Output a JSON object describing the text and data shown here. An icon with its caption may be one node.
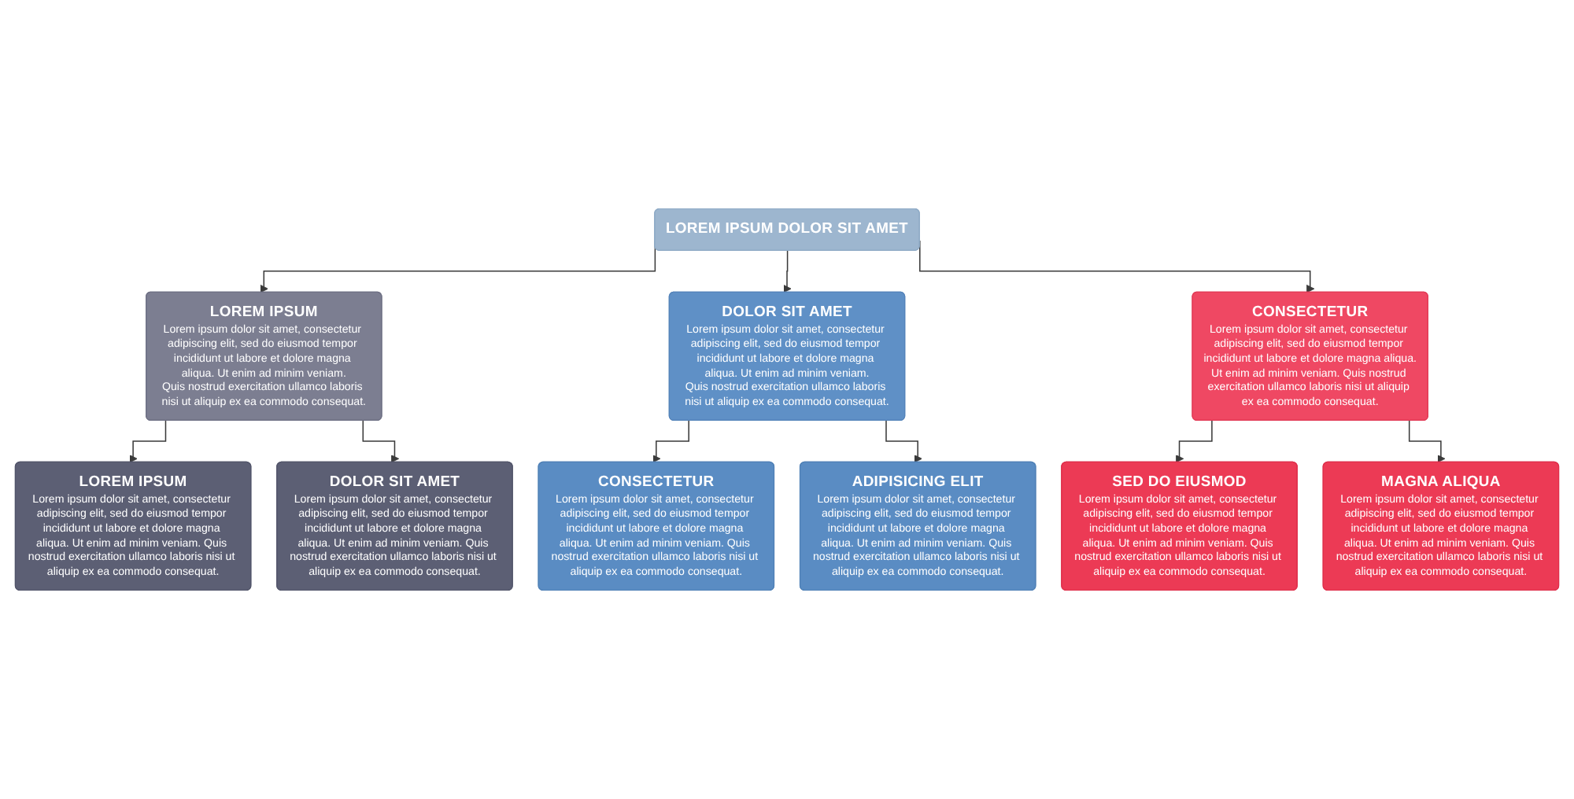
{
  "diagram": {
    "nodes": [
      {
        "text": [
          "LOREM IPSUM DOLOR SIT AMET"
        ]
      },
      {
        "text": [
          "LOREM IPSUM",
          "Lorem ipsum dolor sit amet, consectetur adipiscing elit, sed do eiusmod tempor incididunt ut labore et dolore magna aliqua. Ut enim ad minim veniam.",
          "Quis nostrud exercitation ullamco laboris nisi ut aliquip ex ea commodo consequat."
        ]
      },
      {
        "text": [
          "DOLOR SIT AMET",
          "Lorem ipsum dolor sit amet, consectetur adipiscing elit, sed do eiusmod tempor incididunt ut labore et dolore magna aliqua. Ut enim ad minim veniam.",
          "Quis nostrud exercitation ullamco laboris nisi ut aliquip ex ea commodo consequat."
        ]
      },
      {
        "text": [
          "CONSECTETUR",
          "Lorem ipsum dolor sit amet, consectetur adipiscing elit, sed do eiusmod tempor incididunt ut labore et dolore magna aliqua.",
          "Ut enim ad minim veniam. Quis nostrud exercitation ullamco laboris nisi ut aliquip ex ea commodo consequat."
        ]
      },
      {
        "text": [
          "LOREM IPSUM",
          "Lorem ipsum dolor sit amet, consectetur adipiscing elit, sed do eiusmod tempor incididunt ut labore et dolore magna aliqua. Ut enim ad minim veniam. Quis nostrud exercitation ullamco laboris nisi ut aliquip ex ea commodo consequat."
        ]
      },
      {
        "text": [
          "DOLOR SIT AMET",
          "Lorem ipsum dolor sit amet, consectetur adipiscing elit, sed do eiusmod tempor incididunt ut labore et dolore magna aliqua. Ut enim ad minim veniam. Quis nostrud exercitation ullamco laboris nisi ut aliquip ex ea commodo consequat."
        ]
      },
      {
        "text": [
          "CONSECTETUR",
          "Lorem ipsum dolor sit amet, consectetur adipiscing elit, sed do eiusmod tempor incididunt ut labore et dolore magna aliqua. Ut enim ad minim veniam. Quis nostrud exercitation ullamco laboris nisi ut aliquip ex ea commodo consequat."
        ]
      },
      {
        "text": [
          "ADIPISICING ELIT",
          "Lorem ipsum dolor sit amet, consectetur adipiscing elit, sed do eiusmod tempor incididunt ut labore et dolore magna aliqua. Ut enim ad minim veniam. Quis nostrud exercitation ullamco laboris nisi ut aliquip ex ea commodo consequat."
        ]
      },
      {
        "text": [
          "SED DO EIUSMOD",
          "Lorem ipsum dolor sit amet, consectetur adipiscing elit, sed do eiusmod tempor incididunt ut labore et dolore magna aliqua. Ut enim ad minim veniam. Quis nostrud exercitation ullamco laboris nisi ut aliquip ex ea commodo consequat."
        ]
      },
      {
        "text": [
          "MAGNA ALIQUA",
          "Lorem ipsum dolor sit amet, consectetur adipiscing elit, sed do eiusmod tempor incididunt ut labore et dolore magna aliqua. Ut enim ad minim veniam. Quis nostrud exercitation ullamco laboris nisi ut aliquip ex ea commodo consequat."
        ]
      }
    ],
    "edges": [
      {
        "from": 0,
        "to": 1,
        "arrow": "to"
      },
      {
        "from": 0,
        "to": 2,
        "arrow": "to"
      },
      {
        "from": 0,
        "to": 3,
        "arrow": "to"
      },
      {
        "from": 1,
        "to": 4,
        "arrow": "to"
      },
      {
        "from": 1,
        "to": 5,
        "arrow": "to"
      },
      {
        "from": 2,
        "to": 6,
        "arrow": "to"
      },
      {
        "from": 2,
        "to": 7,
        "arrow": "to"
      },
      {
        "from": 3,
        "to": 8,
        "arrow": "to"
      },
      {
        "from": 3,
        "to": 9,
        "arrow": "to"
      }
    ]
  }
}
